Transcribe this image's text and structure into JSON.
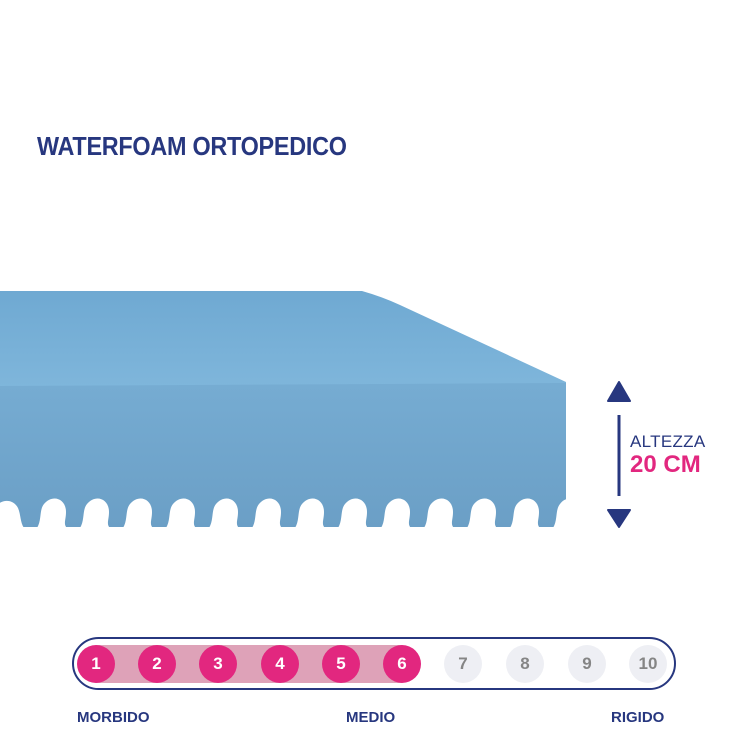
{
  "product": {
    "title": "WATERFOAM ORTOPEDICO"
  },
  "height": {
    "label": "ALTEZZA",
    "value": "20 CM"
  },
  "firmness_scale": {
    "levels": [
      "1",
      "2",
      "3",
      "4",
      "5",
      "6",
      "7",
      "8",
      "9",
      "10"
    ],
    "selected_up_to": 6,
    "labels": {
      "soft": "MORBIDO",
      "medium": "MEDIO",
      "rigid": "RIGIDO"
    }
  },
  "colors": {
    "brand_navy": "#27377f",
    "accent_pink": "#e2277f",
    "band_pink": "#dea2b8",
    "inactive_dot": "#eeeff4",
    "mattress_blue_top": "#7ab4d9",
    "mattress_blue_side": "#72a8cc"
  }
}
